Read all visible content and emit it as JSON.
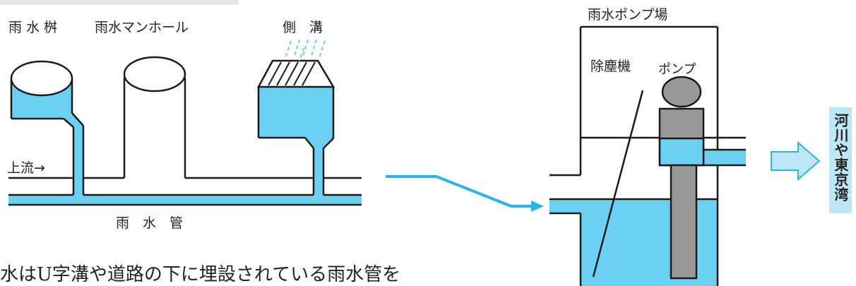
{
  "labels": {
    "catch_basin": "雨 水 桝",
    "manhole": "雨水マンホール",
    "side_ditch": "側　溝",
    "upstream": "上流→",
    "sewer_pipe": "雨　水　管",
    "pump_station": "雨水ポンプ場",
    "screen": "除塵機",
    "pump": "ポンプ",
    "destination": "河川や東京湾"
  },
  "caption": "水はU字溝や道路の下に埋設されている雨水管を",
  "colors": {
    "water": "#6cd0f2",
    "flow_arrow": "#29b6e6",
    "pump": "#999999",
    "outline": "#1a1a1a",
    "destination_bg": "#bde7f7"
  },
  "icons": {
    "rain": "rain-icon",
    "flow": "arrow-right-icon",
    "outflow": "block-arrow-right-icon"
  }
}
